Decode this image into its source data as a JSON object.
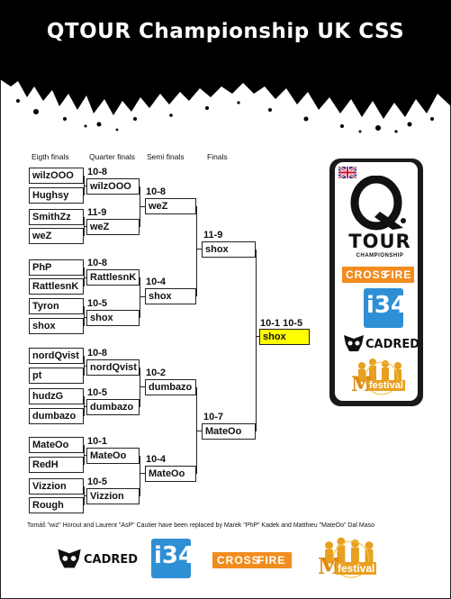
{
  "title": "QTOUR Championship UK CSS",
  "headers": {
    "r16": "Eigth finals",
    "qf": "Quarter finals",
    "sf": "Semi finals",
    "f": "Finals"
  },
  "r16": [
    "wilzOOO",
    "Hughsy",
    "SmithZz",
    "weZ",
    "PhP",
    "RattlesnK",
    "Tyron",
    "shox",
    "nordQvist",
    "pt",
    "hudzG",
    "dumbazo",
    "MateOo",
    "RedH",
    "Vizzion",
    "Rough"
  ],
  "qf": [
    {
      "score": "10-8",
      "name": "wilzOOO"
    },
    {
      "score": "11-9",
      "name": "weZ"
    },
    {
      "score": "10-8",
      "name": "RattlesnK"
    },
    {
      "score": "10-5",
      "name": "shox"
    },
    {
      "score": "10-8",
      "name": "nordQvist"
    },
    {
      "score": "10-5",
      "name": "dumbazo"
    },
    {
      "score": "10-1",
      "name": "MateOo"
    },
    {
      "score": "10-5",
      "name": "Vizzion"
    }
  ],
  "sf": [
    {
      "score": "10-8",
      "name": "weZ"
    },
    {
      "score": "10-4",
      "name": "shox"
    },
    {
      "score": "10-2",
      "name": "dumbazo"
    },
    {
      "score": "10-4",
      "name": "MateOo"
    }
  ],
  "f": [
    {
      "score": "11-9",
      "name": "shox"
    },
    {
      "score": "10-7",
      "name": "MateOo"
    }
  ],
  "champion": {
    "score": "10-1 10-5",
    "name": "shox"
  },
  "footnote": "Tomáš \"wiz\" Horout and Laurent \"AsP\" Cautier have been replaced by Marek \"PhP\" Kadek and Matthieu \"MateOo\" Dal Maso",
  "logos": {
    "qtour": "TOUR",
    "qtour_sub": "CHAMPIONSHIP",
    "crossfire_a": "CROSS",
    "crossfire_b": "FIRE",
    "i34": "i34",
    "cadred": "CADRED",
    "mfestival": "festival",
    "m": "M"
  },
  "colors": {
    "winner": "#ffff00",
    "banner": "#000000",
    "crossfire_orange": "#f28c1e",
    "i34_blue": "#2f8fd4",
    "festival_gold": "#e8a020"
  }
}
